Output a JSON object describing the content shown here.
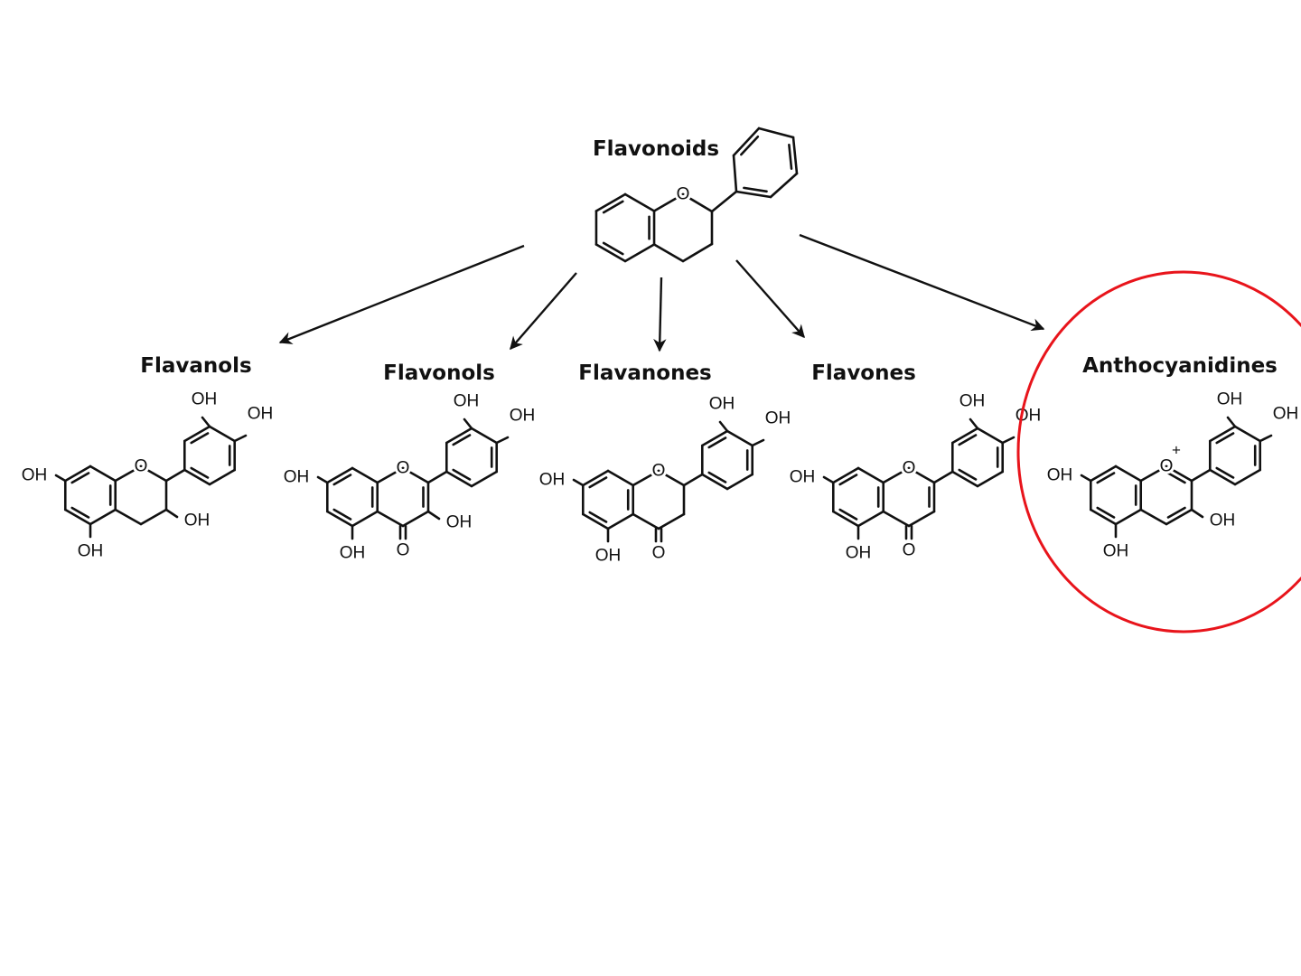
{
  "title": "Flavonoids",
  "atoms": {
    "hydroxyl": "OH",
    "oxygen": "O",
    "charge": "+"
  },
  "compounds": [
    {
      "name": "Flavanols",
      "c2c3_double": false,
      "carbonyl": false,
      "hydroxyl_3": true,
      "oxonium": false,
      "highlighted": false
    },
    {
      "name": "Flavonols",
      "c2c3_double": true,
      "carbonyl": true,
      "hydroxyl_3": true,
      "oxonium": false,
      "highlighted": false
    },
    {
      "name": "Flavanones",
      "c2c3_double": false,
      "carbonyl": true,
      "hydroxyl_3": false,
      "oxonium": false,
      "highlighted": false
    },
    {
      "name": "Flavones",
      "c2c3_double": true,
      "carbonyl": true,
      "hydroxyl_3": false,
      "oxonium": false,
      "highlighted": false
    },
    {
      "name": "Anthocyanidines",
      "c2c3_double": false,
      "carbonyl": false,
      "hydroxyl_3": true,
      "oxonium": true,
      "highlighted": true
    }
  ],
  "colors": {
    "highlight": "#e8141b",
    "ink": "#111111"
  }
}
